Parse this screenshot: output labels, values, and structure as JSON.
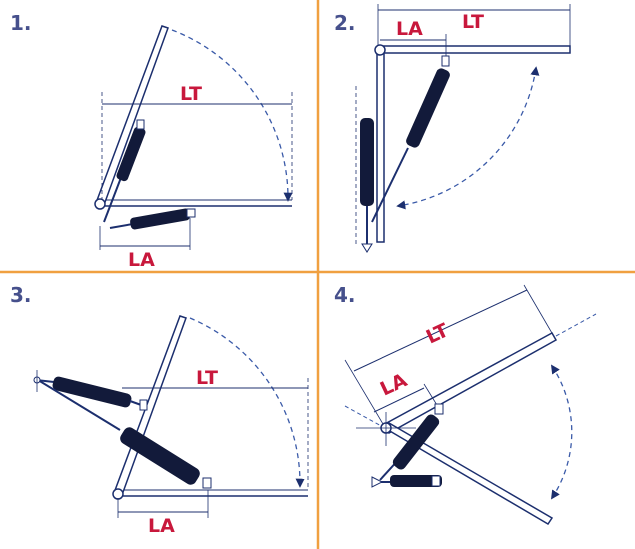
{
  "colors": {
    "divider": "#f0a040",
    "line": "#1c2f6e",
    "strut": "#121a3a",
    "dash": "#3a5aa8",
    "number": "#46508c",
    "label": "#c8183c"
  },
  "panels": [
    {
      "number": "1.",
      "lt_label": "LT",
      "la_label": "LA"
    },
    {
      "number": "2.",
      "lt_label": "LT",
      "la_label": "LA"
    },
    {
      "number": "3.",
      "lt_label": "LT",
      "la_label": "LA"
    },
    {
      "number": "4.",
      "lt_label": "LT",
      "la_label": "LA"
    }
  ]
}
